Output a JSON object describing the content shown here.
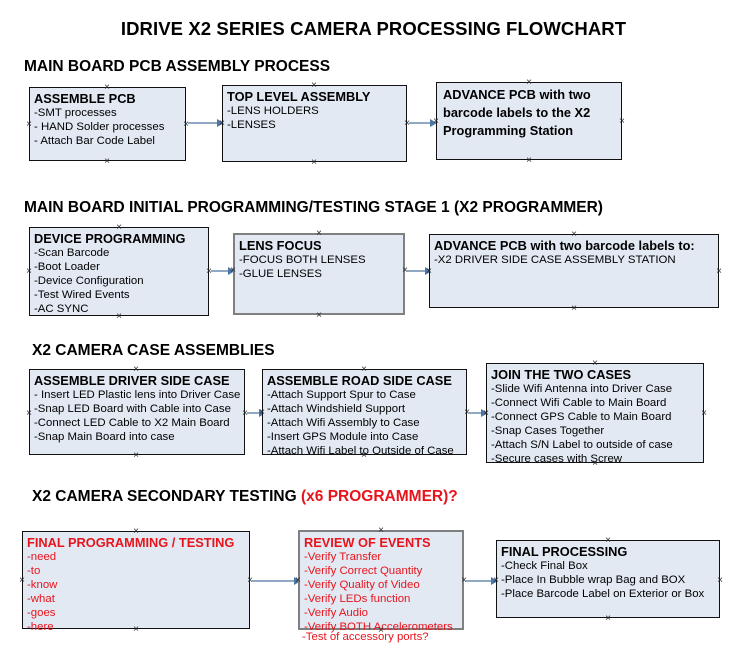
{
  "document": {
    "title": "IDRIVE X2  SERIES CAMERA PROCESSING FLOWCHART"
  },
  "sections": [
    {
      "heading": "MAIN BOARD PCB ASSEMBLY PROCESS",
      "heading_red": "",
      "boxes": [
        {
          "title": "ASSEMBLE PCB",
          "lines": [
            "-SMT processes",
            "- HAND Solder processes",
            "- Attach Bar Code Label"
          ]
        },
        {
          "title": "TOP LEVEL ASSEMBLY",
          "lines": [
            "-LENS HOLDERS",
            "-LENSES"
          ]
        },
        {
          "title": "ADVANCE PCB with two barcode labels to the  X2 Programming Station",
          "lines": []
        }
      ]
    },
    {
      "heading": "MAIN BOARD INITIAL PROGRAMMING/TESTING STAGE 1 (X2 PROGRAMMER)",
      "heading_red": "",
      "boxes": [
        {
          "title": "DEVICE PROGRAMMING",
          "lines": [
            "-Scan Barcode",
            "-Boot Loader",
            "-Device Configuration",
            "-Test Wired Events",
            "-AC SYNC"
          ]
        },
        {
          "title": "LENS FOCUS",
          "lines": [
            "-FOCUS BOTH LENSES",
            "-GLUE LENSES"
          ]
        },
        {
          "title": "ADVANCE PCB with two barcode labels to:",
          "lines": [
            "-X2 DRIVER  SIDE  CASE  ASSEMBLY STATION"
          ]
        }
      ]
    },
    {
      "heading": "X2 CAMERA CASE ASSEMBLIES",
      "heading_red": "",
      "boxes": [
        {
          "title": "ASSEMBLE DRIVER SIDE CASE",
          "lines": [
            "- Insert LED Plastic lens into Driver Case",
            "-Snap LED Board with Cable into Case",
            "-Connect LED Cable to X2 Main Board",
            "-Snap Main Board into case"
          ]
        },
        {
          "title": "ASSEMBLE ROAD SIDE CASE",
          "lines": [
            "-Attach Support Spur to Case",
            "-Attach Windshield Support",
            "-Attach Wifi Assembly to Case",
            "-Insert GPS Module into Case",
            "-Attach Wifi Label to Outside of Case"
          ]
        },
        {
          "title": "JOIN THE TWO CASES",
          "lines": [
            "-Slide Wifi Antenna into Driver Case",
            "-Connect Wifi Cable to Main Board",
            "-Connect GPS Cable to Main Board",
            "-Snap Cases Together",
            "-Attach S/N Label to outside of case",
            "-Secure cases with Screw"
          ]
        }
      ]
    },
    {
      "heading": "X2 CAMERA SECONDARY TESTING ",
      "heading_red": "(x6 PROGRAMMER)?",
      "boxes": [
        {
          "title": "FINAL PROGRAMMING / TESTING",
          "lines": [
            "-need",
            "-to",
            "-know",
            "-what",
            "-goes",
            "-here"
          ]
        },
        {
          "title": "REVIEW OF EVENTS",
          "lines": [
            "-Verify Transfer",
            "-Verify Correct Quantity",
            "-Verify Quality of Video",
            "-Verify LEDs function",
            "-Verify Audio",
            "-Verify BOTH Accelerometers"
          ],
          "overflow_line": "-Test of accessory ports?"
        },
        {
          "title": "FINAL PROCESSING",
          "lines": [
            " -Check Final Box",
            "-Place In Bubble wrap Bag and BOX",
            "-Place Barcode Label on Exterior or Box"
          ]
        }
      ]
    }
  ],
  "colors": {
    "box_fill": "#e2e9f3",
    "box_border_black": "#111111",
    "box_border_gray": "#808080",
    "arrow": "#8fa9c4",
    "red_text": "#e8141c",
    "text": "#000000"
  }
}
